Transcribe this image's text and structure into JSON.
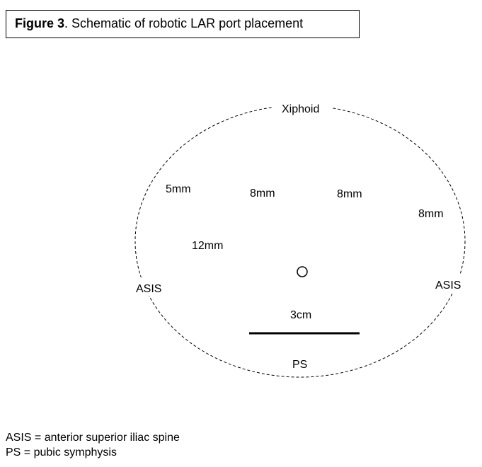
{
  "figure": {
    "caption_bold": "Figure 3",
    "caption_rest": ". Schematic of robotic LAR port placement"
  },
  "landmarks": {
    "xiphoid": "Xiphoid",
    "asis_left": "ASIS",
    "asis_right": "ASIS",
    "ps": "PS"
  },
  "ports": {
    "port_5mm": "5mm",
    "port_8mm_a": "8mm",
    "port_8mm_b": "8mm",
    "port_8mm_c": "8mm",
    "port_12mm": "12mm"
  },
  "incision": {
    "label": "3cm"
  },
  "legend": {
    "line1": "ASIS = anterior superior iliac spine",
    "line2": "PS = pubic symphysis"
  }
}
